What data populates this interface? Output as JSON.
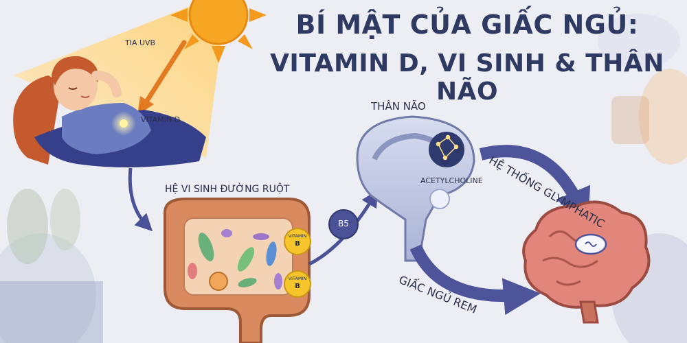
{
  "title": {
    "line1": "BÍ MẬT CỦA GIẤC NGỦ:",
    "line2": "VITAMIN D, VI SINH & THÂN NÃO"
  },
  "labels": {
    "uvb": "TIA UVB",
    "vitamin_d": "VITAMIN D",
    "gut": "HỆ VI SINH ĐƯỜNG RUỘT",
    "vitamin_b_top": "VITAMIN",
    "vitamin_b_top_letter": "B",
    "vitamin_b_bottom": "VITAMIN",
    "vitamin_b_bottom_letter": "B",
    "b5": "B5",
    "brainstem": "THÂN NÃO",
    "acetylcholine": "ACETYLCHOLINE",
    "glymphatic": "HỆ THỐNG GLYMPHATIC",
    "rem": "GIẤC NGỦ REM"
  },
  "colors": {
    "title": "#2f3a63",
    "sun": "#f6a623",
    "arrow": "#4a5196",
    "gut": "#d98a5e",
    "brain": "#e2857a",
    "vitamin_badge": "#f5c52b"
  }
}
